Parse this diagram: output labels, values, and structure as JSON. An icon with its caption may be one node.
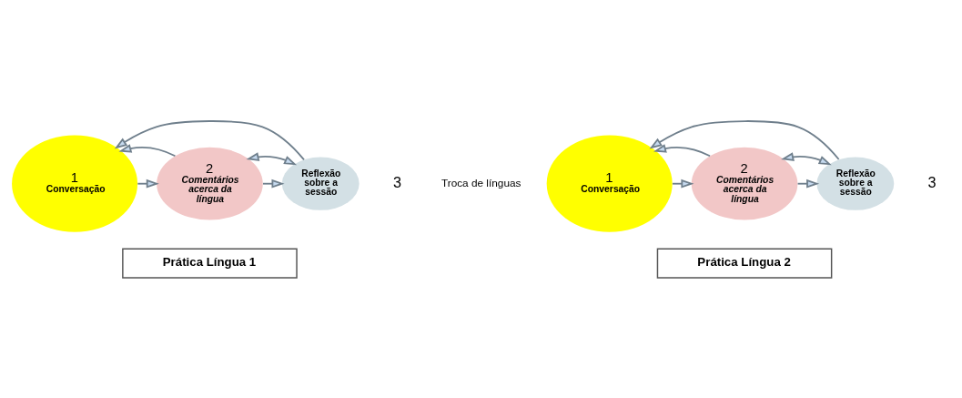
{
  "diagram": {
    "nodes": [
      {
        "text": [
          "1",
          "Conversação"
        ]
      },
      {
        "text": [
          "Reflexão sobre a sessão"
        ],
        "beside": [
          "3"
        ]
      },
      {
        "text": [
          "2",
          "Comentários acerca da língua"
        ]
      },
      {
        "text": [
          "Prática Língua 1"
        ]
      },
      {
        "text": [
          "1",
          "Conversação"
        ]
      },
      {
        "text": [
          "Reflexão sobre a sessão"
        ],
        "beside": [
          "3"
        ]
      },
      {
        "text": [
          "2",
          "Comentários acerca da língua"
        ]
      },
      {
        "text": [
          "Prática Língua 2"
        ]
      }
    ],
    "edges": [
      {
        "from": 1,
        "to": 0,
        "arrow": "to"
      },
      {
        "from": 0,
        "to": 2,
        "arrow": "to"
      },
      {
        "from": 2,
        "to": 1,
        "arrow": "to"
      },
      {
        "from": 2,
        "to": 1,
        "arrow": "both"
      },
      {
        "from": 2,
        "to": 0,
        "arrow": "to"
      },
      {
        "from": 5,
        "to": 4,
        "arrow": "to"
      },
      {
        "from": 4,
        "to": 6,
        "arrow": "to"
      },
      {
        "from": 6,
        "to": 5,
        "arrow": "to"
      },
      {
        "from": 6,
        "to": 5,
        "arrow": "both"
      },
      {
        "from": 6,
        "to": 4,
        "arrow": "to"
      }
    ],
    "labels": [
      "Troca de línguas"
    ]
  }
}
